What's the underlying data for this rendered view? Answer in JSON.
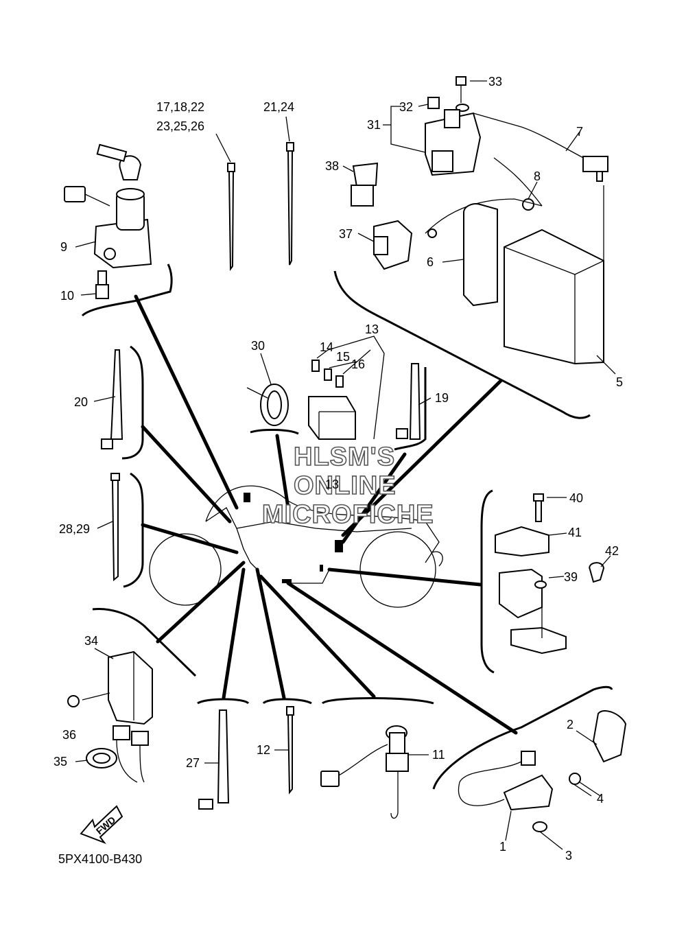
{
  "diagram_code": "5PX4100-B430",
  "watermark": {
    "line1": "HLSM'S",
    "line2": "ONLINE",
    "line3": "MICROFICHE"
  },
  "fwd_label": "FWD",
  "callouts": {
    "c1": "1",
    "c2": "2",
    "c3": "3",
    "c4": "4",
    "c5": "5",
    "c6": "6",
    "c7": "7",
    "c8": "8",
    "c9": "9",
    "c10": "10",
    "c11": "11",
    "c12": "12",
    "c13": "13",
    "c14": "14",
    "c15": "15",
    "c16": "16",
    "c19": "19",
    "c20": "20",
    "c17_top": "17,18,22",
    "c17_bottom": "23,25,26",
    "c21": "21,24",
    "c27": "27",
    "c28": "28,29",
    "c30": "30",
    "c31": "31",
    "c32": "32",
    "c33": "33",
    "c34": "34",
    "c35": "35",
    "c36": "36",
    "c37": "37",
    "c38": "38",
    "c39": "39",
    "c40": "40",
    "c41": "41",
    "c42": "42",
    "c13b": "13"
  }
}
